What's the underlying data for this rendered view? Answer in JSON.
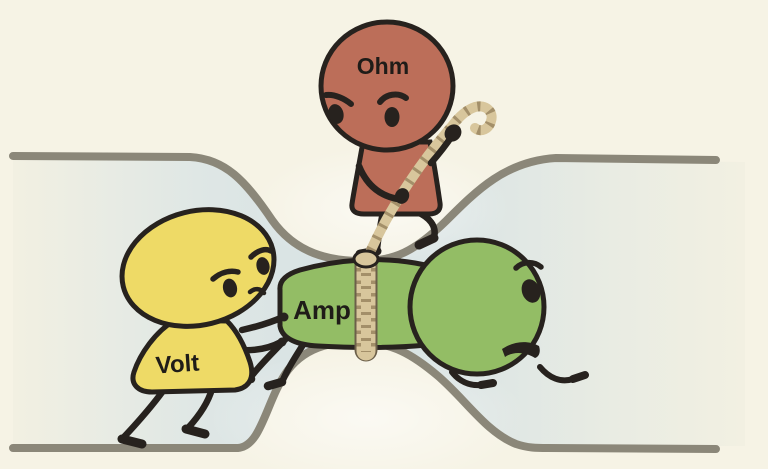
{
  "characters": [
    {
      "name": "ohm",
      "label": "Ohm",
      "body_color": "#bc6e59"
    },
    {
      "name": "volt",
      "label": "Volt",
      "body_color": "#eeda66"
    },
    {
      "name": "amp",
      "label": "Amp",
      "body_color": "#93bd65"
    }
  ],
  "colors": {
    "background": "#f6f3e5",
    "pipe_wall": "#8b8779",
    "pipe_interior_center": "#d7e2e4",
    "pipe_interior_mid": "#dfe7e5",
    "pipe_interior_edge": "#f2f0e2",
    "rope": "#d8c69c",
    "rope_stripe": "#a38f69",
    "ink_outline": "#27221e",
    "label_text": "#1f1c18"
  }
}
